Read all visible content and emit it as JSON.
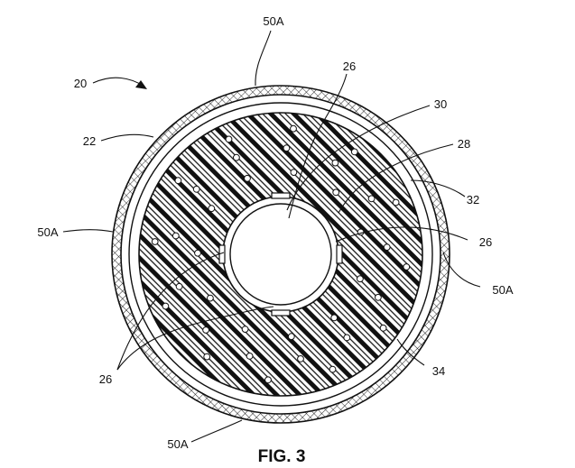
{
  "figure": {
    "title": "FIG. 3",
    "labels": {
      "assembly": "20",
      "outer_sheath": "22",
      "passage_upper": "26",
      "passage_right": "26",
      "passage_lower_left": "26",
      "core": "28",
      "inner_tube": "30",
      "inner_layer": "32",
      "gap_layer": "34",
      "coating_top": "50A",
      "coating_left": "50A",
      "coating_right": "50A",
      "coating_bottom": "50A"
    }
  },
  "colors": {
    "line": "#111111",
    "background": "#ffffff"
  }
}
